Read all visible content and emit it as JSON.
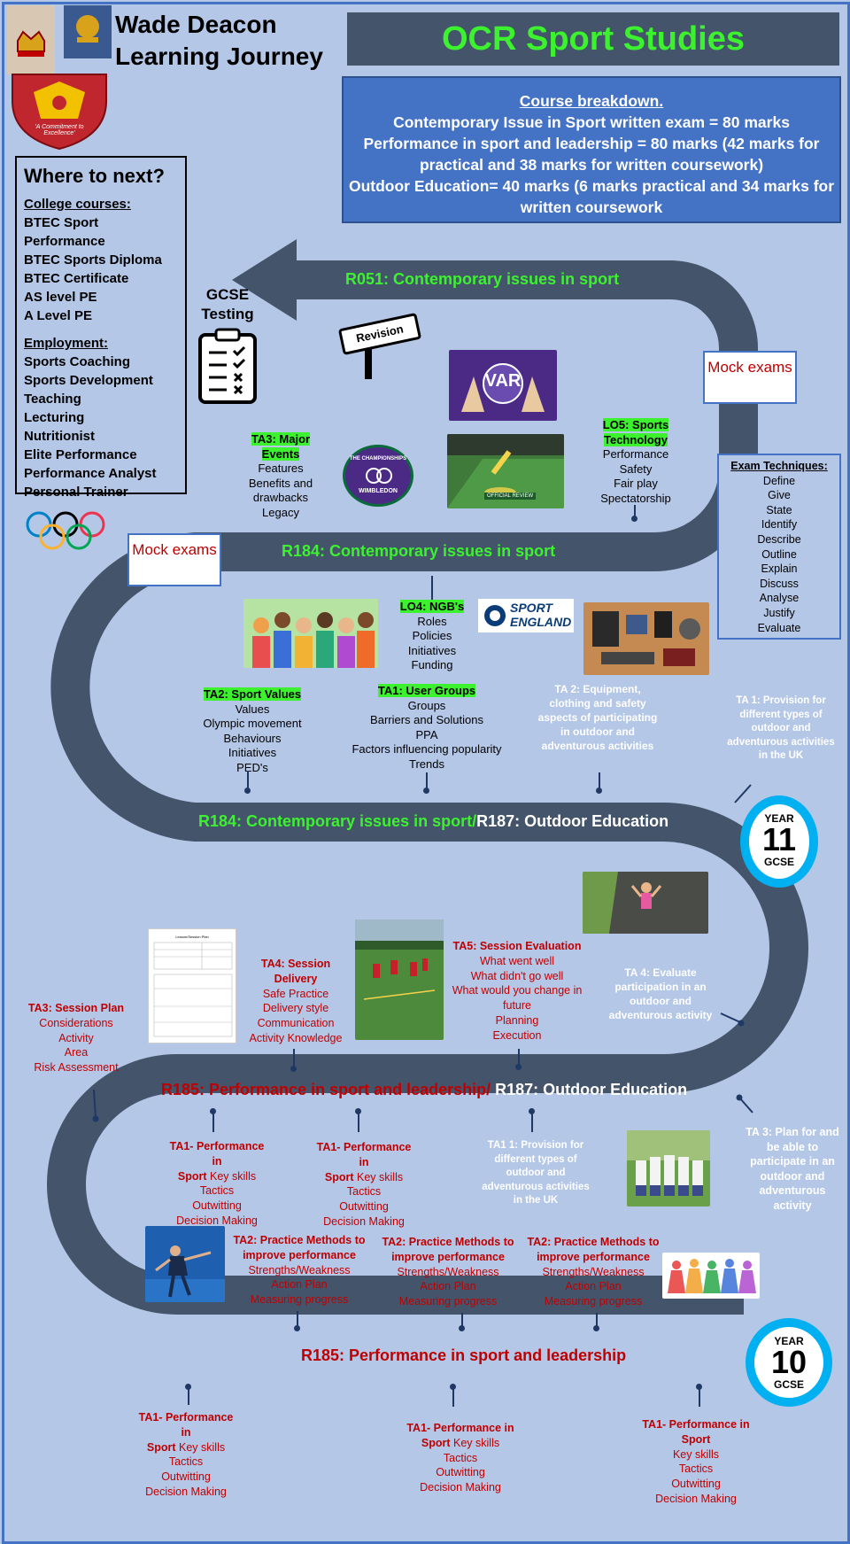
{
  "school": {
    "name_line1": "Wade Deacon",
    "name_line2": "Learning Journey",
    "motto": "'A Commitment to Excellence'"
  },
  "title": "OCR Sport Studies",
  "course_breakdown": {
    "heading": "Course breakdown.",
    "line1": "Contemporary  Issue in Sport written exam = 80 marks",
    "line2": "Performance in sport and leadership = 80 marks (42 marks for practical and 38 marks for written coursework)",
    "line3": "Outdoor Education= 40 marks (6 marks practical and 34 marks for written coursework"
  },
  "where_next": {
    "title": "Where to next?",
    "college_heading": "College courses:",
    "college": [
      "BTEC Sport Performance",
      "BTEC Sports Diploma",
      "BTEC Certificate",
      "AS level PE",
      "A Level PE"
    ],
    "employment_heading": "Employment:",
    "employment": [
      "Sports Coaching",
      "Sports Development",
      "Teaching",
      "Lecturing",
      "Nutritionist",
      "Elite Performance",
      "Performance Analyst",
      "Personal Trainer"
    ]
  },
  "gcse_testing": "GCSE Testing",
  "revision_sign": "Revision",
  "mock_exams_1": "Mock exams",
  "mock_exams_2": "Mock exams",
  "road": {
    "r051": "R051: Contemporary issues in sport",
    "r184_top": "R184: Contemporary issues in sport",
    "r184_mid_a": "R184: Contemporary issues in sport/",
    "r184_mid_b": "R187: Outdoor Education",
    "r185_a": "R185: Performance in sport and leadership/",
    "r185_b": " R187: Outdoor Education",
    "r185_bottom": "R185: Performance in sport and leadership"
  },
  "exam_techniques": {
    "heading": "Exam Techniques:",
    "items": [
      "Define",
      "Give",
      "State",
      "Identify",
      "Describe",
      "Outline",
      "Explain",
      "Discuss",
      "Analyse",
      "Justify",
      "Evaluate"
    ]
  },
  "ta3_major": {
    "heading": "TA3: Major Events",
    "items": [
      "Features",
      "Benefits and drawbacks",
      "Legacy"
    ]
  },
  "lo5": {
    "heading": "LO5: Sports Technology",
    "items": [
      "Performance",
      "Safety",
      "Fair play",
      "Spectatorship"
    ]
  },
  "lo4": {
    "heading": "LO4: NGB's",
    "items": [
      "Roles",
      "Policies",
      "Initiatives",
      "Funding"
    ]
  },
  "ta2_values": {
    "heading": "TA2: Sport Values",
    "items": [
      "Values",
      "Olympic movement",
      "Behaviours",
      "Initiatives",
      "PED's"
    ]
  },
  "ta1_groups": {
    "heading": "TA1: User Groups",
    "items": [
      "Groups",
      "Barriers and Solutions",
      "PPA",
      "Factors influencing popularity",
      "Trends"
    ]
  },
  "ta2_equipment": "TA 2: Equipment, clothing and safety aspects of participating in outdoor and adventurous activities",
  "ta1_provision_a": "TA 1: Provision for different types of outdoor and adventurous activities in the UK",
  "ta4_evaluate": "TA 4: Evaluate participation in an outdoor and adventurous activity",
  "ta3_plan": "TA 3: Plan for and be able to participate in an outdoor and adventurous activity",
  "ta1_provision_b": "TA1 1: Provision for different types of outdoor and adventurous activities in the UK",
  "ta3_session": {
    "heading": "TA3: Session Plan",
    "items": [
      "Considerations",
      "Activity",
      "Area",
      "Risk Assessment"
    ]
  },
  "ta4_delivery": {
    "heading": "TA4: Session Delivery",
    "items": [
      "Safe Practice",
      "Delivery style",
      "Communication",
      "Activity Knowledge"
    ]
  },
  "ta5_eval": {
    "heading": "TA5: Session Evaluation",
    "items": [
      "What went well",
      "What didn't go well",
      "What would you change in future",
      "Planning",
      "Execution"
    ]
  },
  "ta1_perf": {
    "heading": "TA1- Performance in Sport",
    "heading_a": "TA1- Performance in",
    "heading_b": "Sport",
    "items": [
      "Key skills",
      "Tactics",
      "Outwitting",
      "Decision Making"
    ]
  },
  "ta2_practice": {
    "heading_a": "TA2: Practice Methods to",
    "heading_b": "improve performance",
    "items": [
      "Strengths/Weakness",
      "Action Plan",
      "Measuring progress"
    ]
  },
  "year11": {
    "label": "YEAR",
    "number": "11",
    "sub": "GCSE"
  },
  "year10": {
    "label": "YEAR",
    "number": "10",
    "sub": "GCSE"
  },
  "images": {
    "var": "VAR",
    "var_review": "OFFICIAL REVIEW",
    "wimbledon_top": "THE CHAMPIONSHIPS",
    "wimbledon_bottom": "WIMBLEDON",
    "sport_england_1": "SPORT",
    "sport_england_2": "ENGLAND",
    "session_plan_doc": "Lesson/Session Plan"
  },
  "colors": {
    "road": "#44546a",
    "accent_green": "#3cf22f",
    "accent_red": "#c00000",
    "background": "#b4c7e7",
    "blue_box": "#4472c4",
    "year_ring": "#00b0f0"
  }
}
